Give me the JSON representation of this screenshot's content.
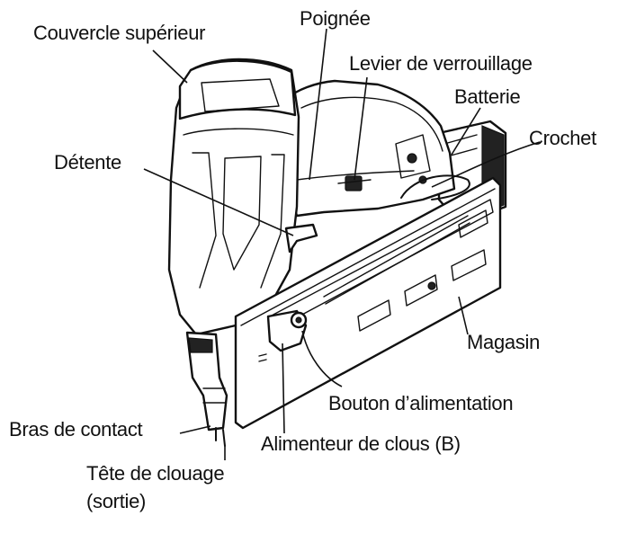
{
  "labels": {
    "couvercle": "Couvercle supérieur",
    "poignee": "Poignée",
    "levier": "Levier de verrouillage",
    "batterie": "Batterie",
    "crochet": "Crochet",
    "detente": "Détente",
    "magasin": "Magasin",
    "bouton": "Bouton d’alimentation",
    "bras": "Bras de contact",
    "alimenteur": "Alimenteur de clous (B)",
    "tete_1": "Tête de clouage",
    "tete_2": "(sortie)"
  }
}
